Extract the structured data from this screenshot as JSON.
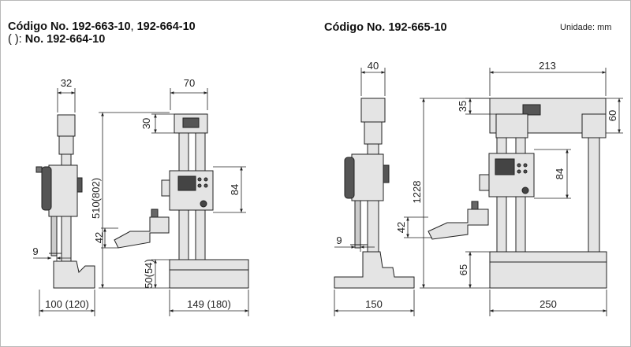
{
  "left": {
    "title_part1": "Código No. 192-663-10",
    "title_sep": ", ",
    "title_part2": "192-664-10",
    "subtitle_prefix": "(   ): ",
    "subtitle_code": "No. 192-664-10",
    "dims": {
      "d32": "32",
      "d70": "70",
      "d30": "30",
      "d84": "84",
      "d510": "510(802)",
      "d42": "42",
      "d9": "9",
      "d50": "50(54)",
      "d100": "100 (120)",
      "d149": "149 (180)"
    }
  },
  "right": {
    "title": "Código No. 192-665-10",
    "unit": "Unidade: mm",
    "dims": {
      "d40": "40",
      "d213": "213",
      "d35": "35",
      "d60": "60",
      "d84": "84",
      "d1228": "1228",
      "d42": "42",
      "d9": "9",
      "d65": "65",
      "d150": "150",
      "d250": "250"
    }
  },
  "colors": {
    "line": "#222222",
    "fill": "#e4e4e4",
    "dark": "#333333"
  }
}
